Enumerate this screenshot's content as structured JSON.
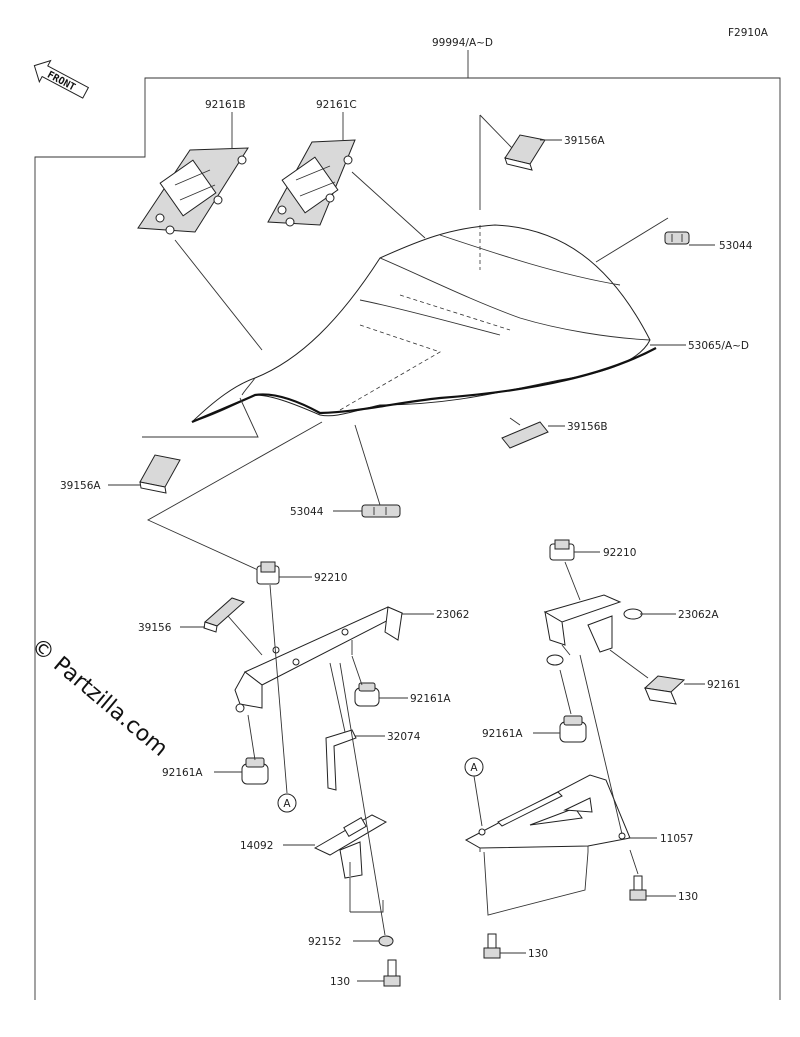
{
  "figure_code": "F2910A",
  "front_label": "FRONT",
  "watermark": "© Partzilla.com",
  "ref_marker": "A",
  "labels": {
    "l_99994": "99994/A~D",
    "l_92161B": "92161B",
    "l_92161C": "92161C",
    "l_39156A_top": "39156A",
    "l_53044_right": "53044",
    "l_53065": "53065/A~D",
    "l_39156B": "39156B",
    "l_39156A_left": "39156A",
    "l_53044_mid": "53044",
    "l_92210_left": "92210",
    "l_92210_right": "92210",
    "l_23062": "23062",
    "l_23062A": "23062A",
    "l_39156": "39156",
    "l_92161A_a": "92161A",
    "l_92161A_b": "92161A",
    "l_92161A_c": "92161A",
    "l_92161": "92161",
    "l_32074": "32074",
    "l_14092": "14092",
    "l_11057": "11057",
    "l_130_a": "130",
    "l_130_b": "130",
    "l_130_c": "130",
    "l_92152": "92152"
  }
}
